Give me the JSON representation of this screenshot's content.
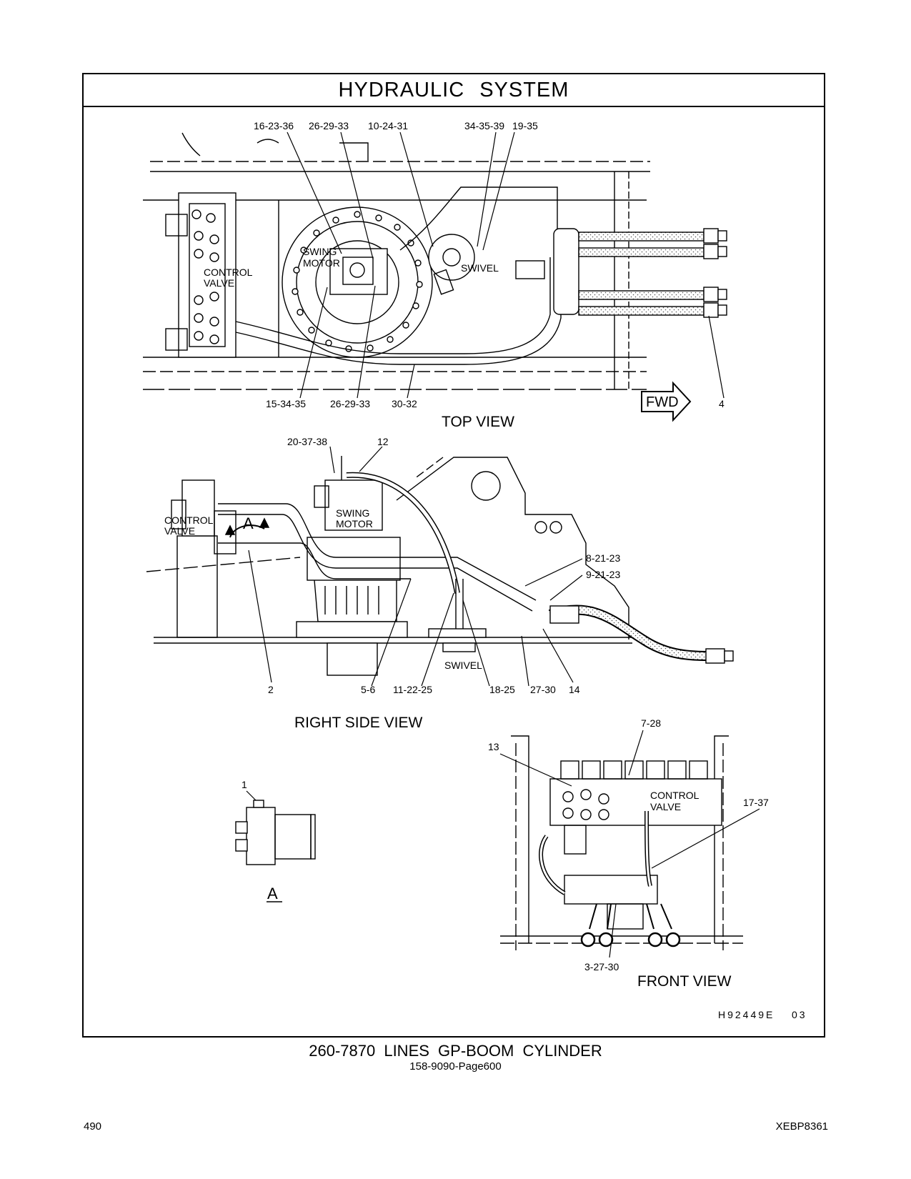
{
  "title": "HYDRAULIC SYSTEM",
  "views": {
    "top": "TOP VIEW",
    "right_side": "RIGHT SIDE VIEW",
    "front": "FRONT VIEW",
    "detail": "A"
  },
  "components": {
    "control_valve_1": "CONTROL",
    "control_valve_2": "VALVE",
    "swing_motor_1": "SWING",
    "swing_motor_2": "MOTOR",
    "swivel": "SWIVEL",
    "fwd": "FWD",
    "section_marker": "A"
  },
  "callouts": {
    "c16_23_36": "16-23-36",
    "c26_29_33_top": "26-29-33",
    "c10_24_31": "10-24-31",
    "c34_35_39": "34-35-39",
    "c19_35": "19-35",
    "c15_34_35": "15-34-35",
    "c26_29_33_bottom": "26-29-33",
    "c30_32": "30-32",
    "c4": "4",
    "c20_37_38": "20-37-38",
    "c12": "12",
    "c8_21_23": "8-21-23",
    "c9_21_23": "9-21-23",
    "c2": "2",
    "c5_6": "5-6",
    "c11_22_25": "11-22-25",
    "c18_25": "18-25",
    "c27_30": "27-30",
    "c14": "14",
    "c7_28": "7-28",
    "c13": "13",
    "c17_37": "17-37",
    "c1": "1",
    "c3_27_30": "3-27-30"
  },
  "drawing_id": "H92449E",
  "drawing_rev": "03",
  "caption_main": "260-7870 LINES GP-BOOM CYLINDER",
  "caption_sub": "158-9090-Page600",
  "page_number": "490",
  "doc_code": "XEBP8361"
}
